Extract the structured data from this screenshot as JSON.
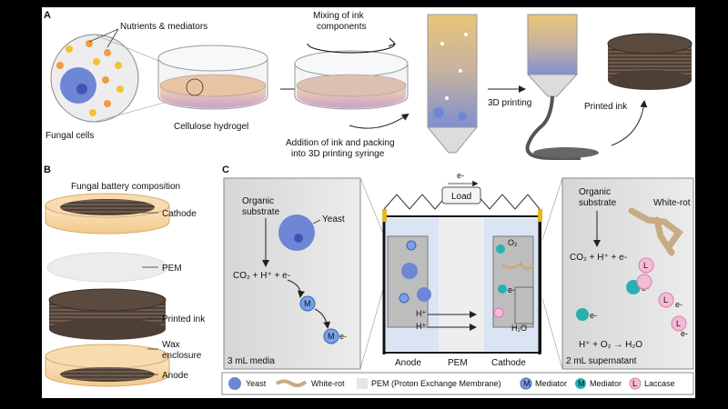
{
  "panels": {
    "a": "A",
    "b": "B",
    "c": "C"
  },
  "panel_a": {
    "nutrients": "Nutrients & mediators",
    "fungal_cells": "Fungal cells",
    "hydrogel": "Cellulose hydrogel",
    "mixing": [
      "Mixing of ink",
      "components"
    ],
    "addition": [
      "Addition of ink and packing",
      "into 3D printing syringe"
    ],
    "printing": "3D printing",
    "printed_ink": "Printed ink"
  },
  "panel_b": {
    "title": "Fungal battery composition",
    "cathode": "Cathode",
    "pem": "PEM",
    "printed_ink": "Printed ink",
    "wax": [
      "Wax",
      "enclosure"
    ],
    "anode": "Anode"
  },
  "panel_c": {
    "left": {
      "substrate": [
        "Organic",
        "substrate"
      ],
      "yeast": "Yeast",
      "eq": "CO₂ + H⁺ + e-",
      "m": "M",
      "e": "e-",
      "volume": "3 mL media"
    },
    "cell": {
      "electron": "e-",
      "load": "Load",
      "anode": "Anode",
      "pem": "PEM",
      "cathode": "Cathode",
      "h": "H⁺",
      "o2": "O₂",
      "h2o": "H₂O",
      "e": "e-"
    },
    "right": {
      "substrate": [
        "Organic",
        "substrate"
      ],
      "whiterot": "White-rot",
      "eq": "CO₂ + H⁺ + e-",
      "l": "L",
      "e": "e-",
      "eq2": "H⁺ + O₂ → H₂O",
      "volume": "2 mL supernatant"
    }
  },
  "legend": {
    "yeast": "Yeast",
    "whiterot": "White-rot",
    "pem": "PEM (Proton Exchange Membrane)",
    "mediator1": "Mediator",
    "mediator2": "Mediator",
    "laccase": "Laccase",
    "m": "M",
    "l": "L"
  },
  "colors": {
    "yeast": "#6f86d6",
    "mediator_blue": "#5b8ad8",
    "mediator_teal": "#2ab0b0",
    "laccase": "#e07ab0",
    "nutrient_orange": "#f29a45",
    "nutrient_yellow": "#f2c230"
  }
}
